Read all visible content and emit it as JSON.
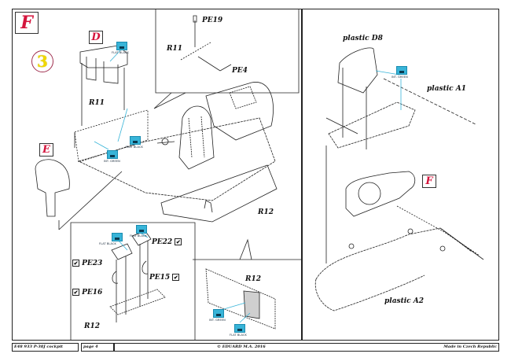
{
  "page": {
    "section_letter": "F",
    "step_number": "3"
  },
  "labels": {
    "part_d": "D",
    "part_e": "E",
    "part_f": "F",
    "r11_main": "R11",
    "r11_inset": "R11",
    "r12_main": "R12",
    "r12_inset_bottom": "R12",
    "r12_pedals": "R12",
    "pe19": "PE19",
    "pe4": "PE4",
    "pe22": "PE22",
    "pe23": "PE23",
    "pe15": "PE15",
    "pe16": "PE16",
    "plastic_d8": "plastic D8",
    "plastic_a1": "plastic A1",
    "plastic_a2": "plastic A2"
  },
  "paint_callouts": {
    "flat_black": "FLAT BLACK",
    "int_green": "INT. GREEN"
  },
  "icons": {
    "bend_check": "✔"
  },
  "colors": {
    "part_letter": "#d4143c",
    "step_digit": "#f0d800",
    "callout_fill": "#38b4d8"
  },
  "footer": {
    "product": "E48 933  P-38J cockpit",
    "page": "page 4",
    "copyright": "© EDUARD  M.A.  2016",
    "made_in": "Made in Czech Republic"
  }
}
